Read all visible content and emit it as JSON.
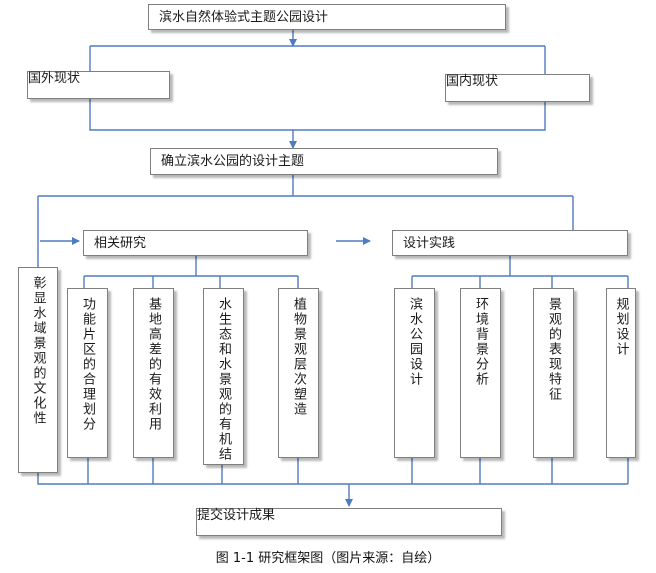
{
  "colors": {
    "connector": "#4f7cc0",
    "box_border": "#7f7f7f"
  },
  "title": "滨水自然体验式主题公园设计",
  "foreign_status": "国外现状",
  "domestic_status": "国内现状",
  "theme": "确立滨水公园的设计主题",
  "culture": "彰显水域景观的文化性",
  "research": {
    "label": "相关研究",
    "items": [
      "功能片区的合理划分",
      "基地高差的有效利用",
      "水生态和水景观的有机结",
      "植物景观层次塑造"
    ]
  },
  "practice": {
    "label": "设计实践",
    "items": [
      "滨水公园设计",
      "环境背景分析",
      "景观的表现特征",
      "规划设计"
    ]
  },
  "result": "提交设计成果",
  "caption": "图 1-1  研究框架图（图片来源：自绘）"
}
